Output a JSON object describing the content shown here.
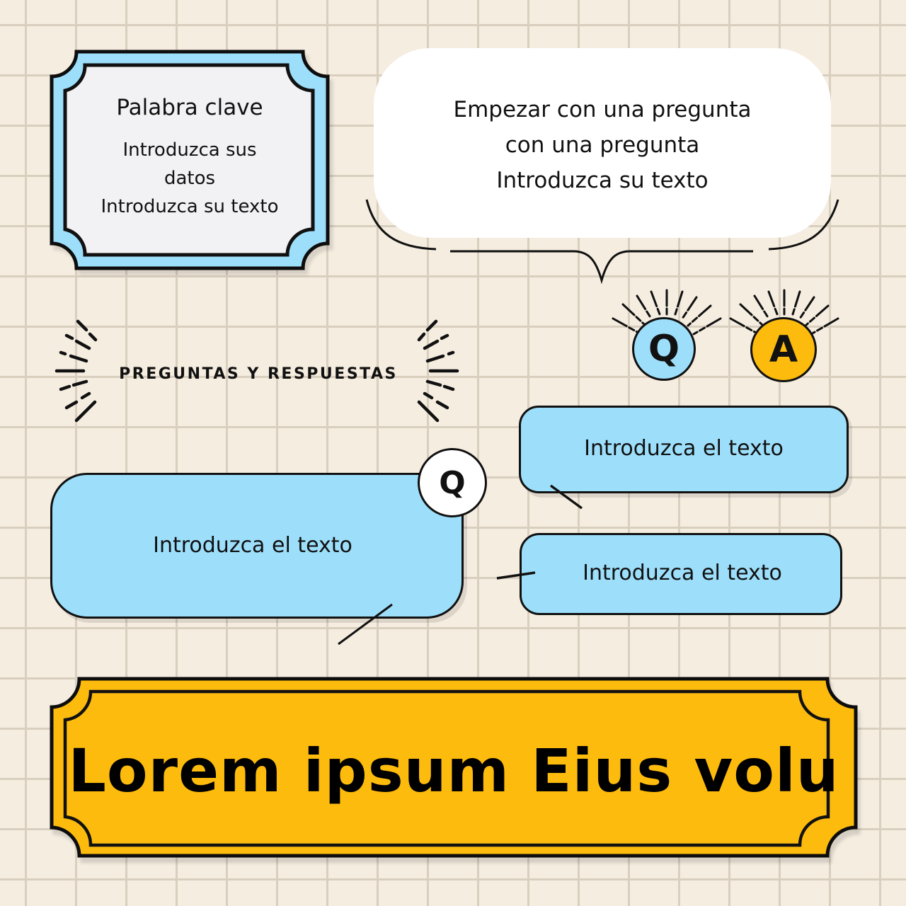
{
  "colors": {
    "background": "#f5ede0",
    "grid": "#d9cfbf",
    "blue": "#9ddffb",
    "yellow": "#fdbb0d",
    "keyword_inner": "#f2f1f3",
    "stroke": "#111111"
  },
  "keyword_card": {
    "title": "Palabra clave",
    "line1": "Introduzca sus",
    "line2": "datos",
    "line3": "Introduzca su texto"
  },
  "speech_cloud": {
    "line1": "Empezar con una pregunta",
    "line2": "con una pregunta",
    "line3": "Introduzca su texto"
  },
  "qa_badges": {
    "q_label": "Q",
    "a_label": "A"
  },
  "qa_heading": {
    "label": "PREGUNTAS Y RESPUESTAS"
  },
  "bubbles": [
    {
      "text": "Introduzca el texto",
      "badge": "Q"
    },
    {
      "text": "Introduzca el texto"
    },
    {
      "text": "Introduzca el texto"
    }
  ],
  "banner": {
    "text": "Lorem ipsum Eius volu"
  }
}
